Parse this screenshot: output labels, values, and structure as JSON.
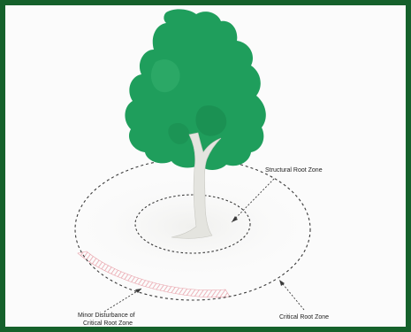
{
  "labels": {
    "structural_root_zone": "Structural Root Zone",
    "critical_root_zone": "Critical Root Zone",
    "minor_disturbance_line1": "Minor Disturbance of",
    "minor_disturbance_line2": "Critical Root Zone"
  },
  "colors": {
    "frame": "#15612b",
    "canopy": "#1f9e5c",
    "canopy_dark": "#168049",
    "trunk": "#e4e4df",
    "disturbance_hatch": "#e9a3ab",
    "zone_line": "#3a3a3a"
  }
}
